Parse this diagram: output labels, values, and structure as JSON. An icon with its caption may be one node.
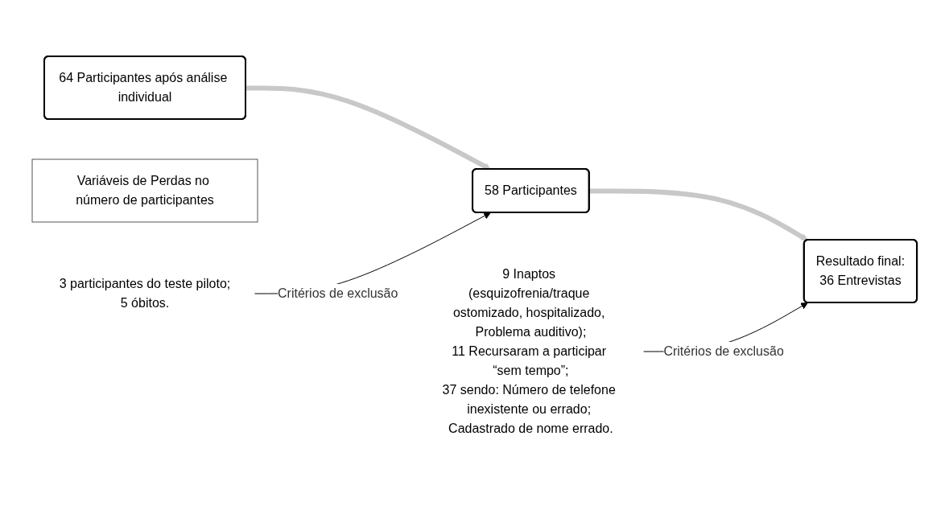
{
  "diagram": {
    "nodes": [
      {
        "text": [
          "64 Participantes após análise individual"
        ]
      },
      {
        "text": [
          "58 Participantes"
        ]
      },
      {
        "text": [
          "Resultado final:",
          "36 Entrevistas"
        ]
      },
      {
        "text": [
          "Variáveis de Perdas no número de participantes"
        ]
      },
      {
        "text": [
          "3 participantes do teste piloto;",
          "5 óbitos."
        ]
      },
      {
        "text": [
          "9 Inaptos (esquizofrenia/traque ostomizado, hospitalizado, Problema auditivo);",
          "11 Recursaram a participar “sem tempo”;",
          "37 sendo: Número de telefone inexistente ou errado; Cadastrado de nome errado."
        ]
      }
    ],
    "edges": [
      {
        "from": 0,
        "to": 1,
        "arrow": "to",
        "style": "thick",
        "color": "#c8c8c8"
      },
      {
        "from": 1,
        "to": 2,
        "arrow": "to",
        "style": "thick",
        "color": "#c8c8c8"
      },
      {
        "from": 4,
        "to": 1,
        "arrow": "to",
        "label": "Critérios de exclusão",
        "color": "#000000"
      },
      {
        "from": 5,
        "to": 2,
        "arrow": "to",
        "label": "Critérios de exclusão",
        "color": "#000000"
      }
    ]
  }
}
